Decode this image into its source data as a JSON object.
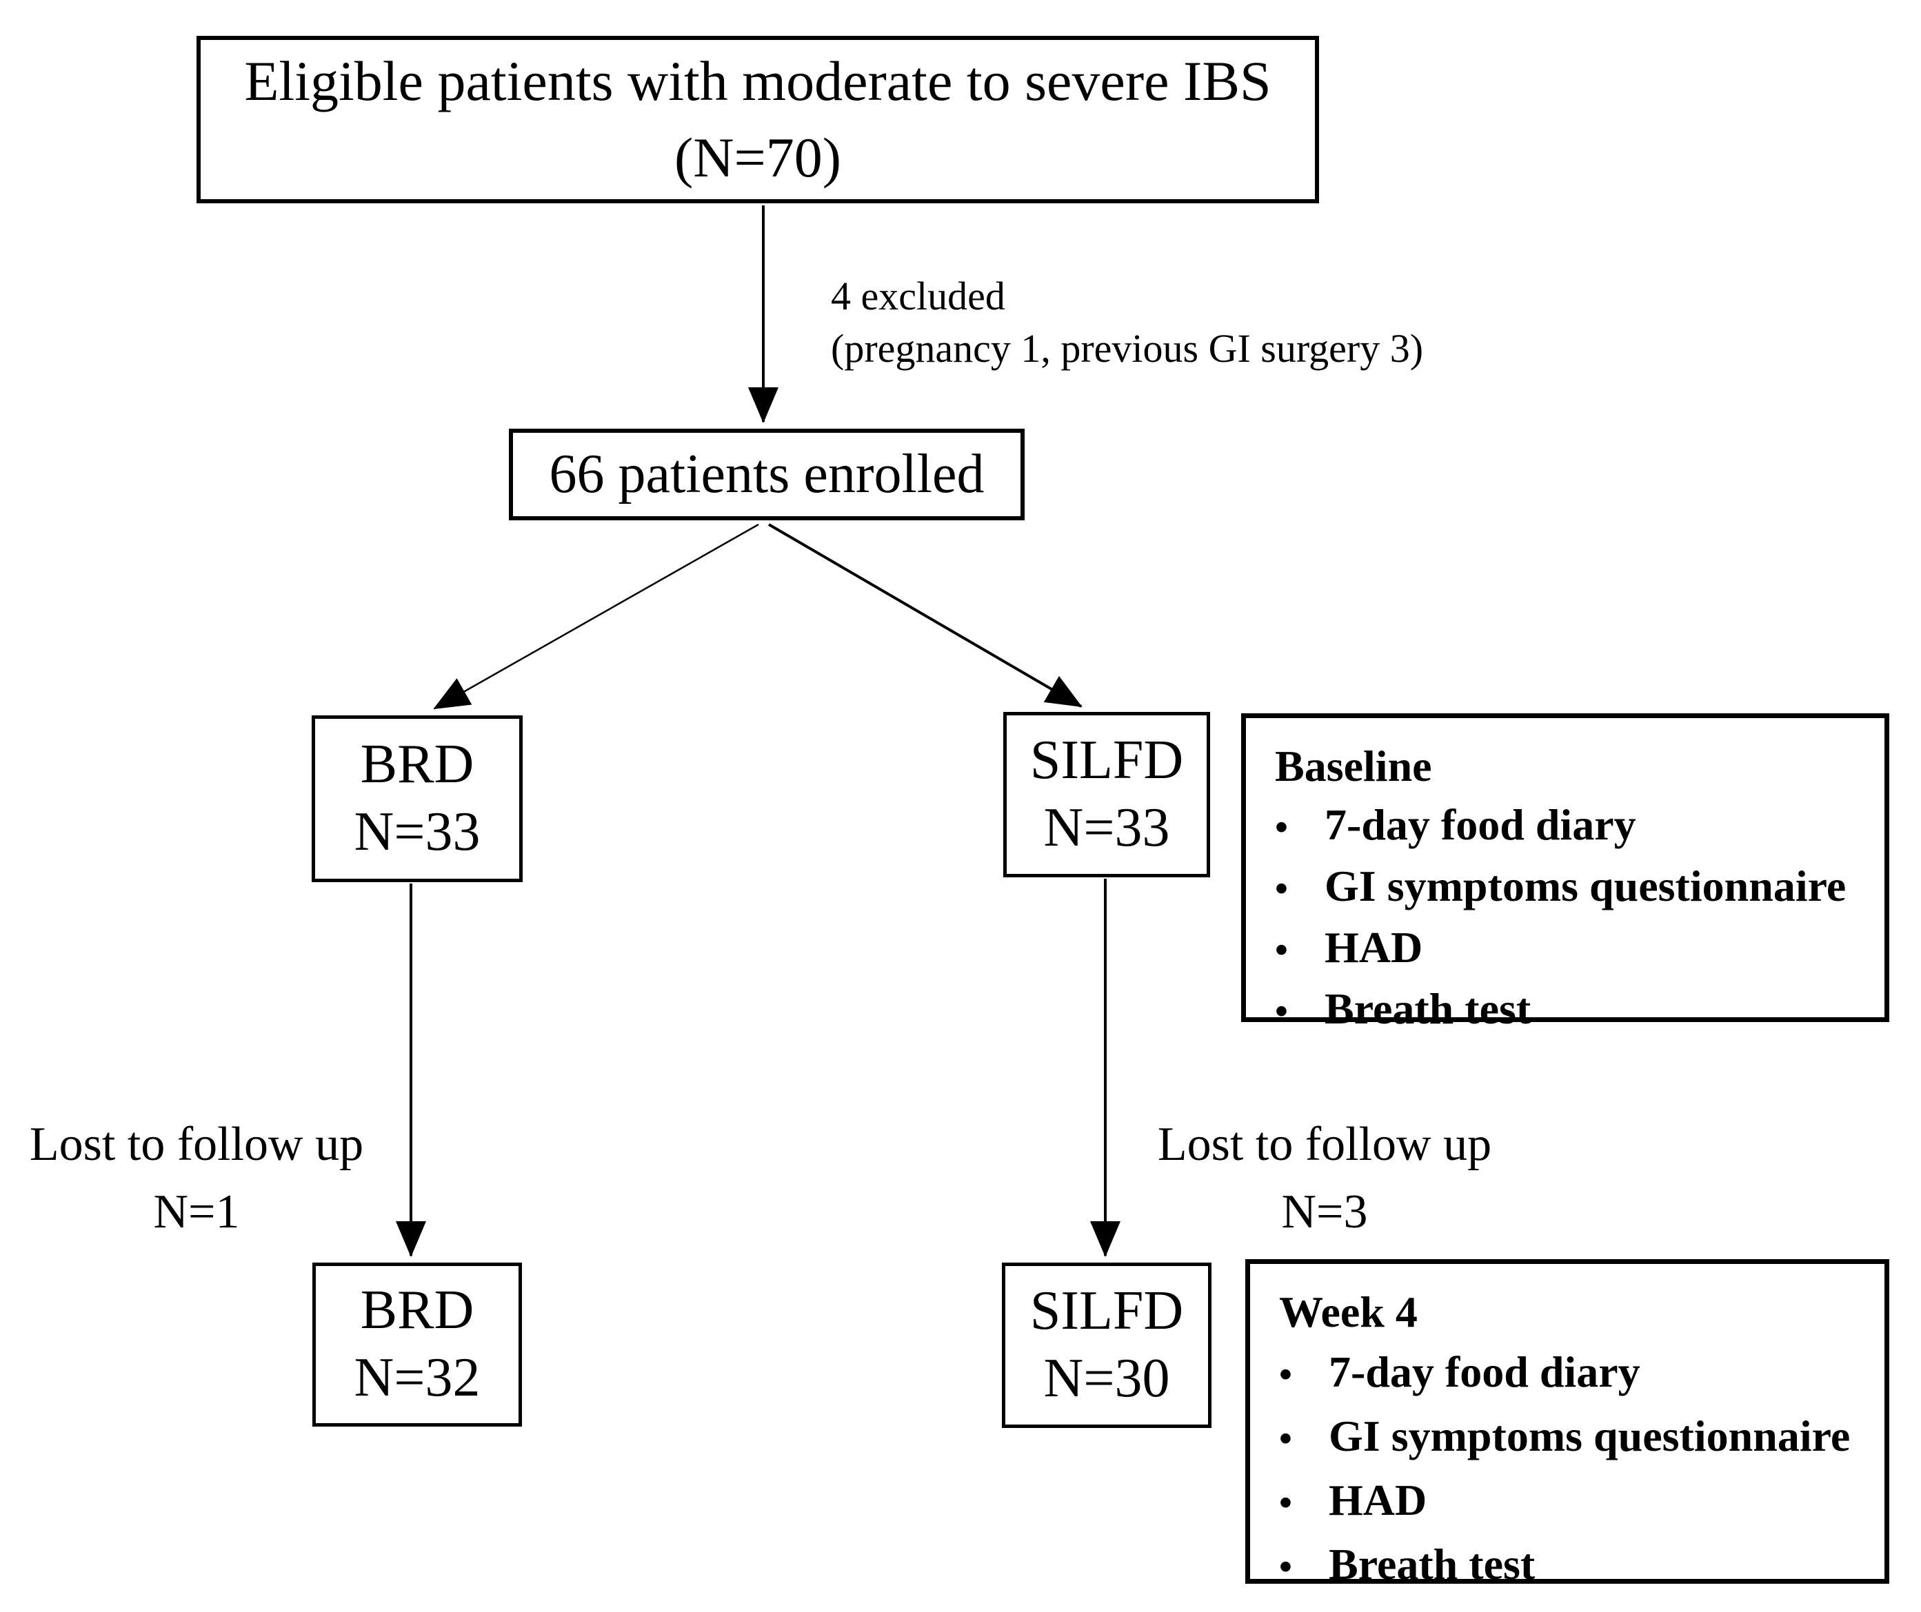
{
  "diagram": {
    "background_color": "#ffffff",
    "line_color": "#000000",
    "boxes": {
      "eligible": {
        "line1": "Eligible patients with moderate to severe IBS",
        "line2": "(N=70)"
      },
      "enrolled": {
        "label": "66 patients enrolled"
      },
      "brd_initial": {
        "name": "BRD",
        "count": "N=33"
      },
      "silfd_initial": {
        "name": "SILFD",
        "count": "N=33"
      },
      "brd_week4": {
        "name": "BRD",
        "count": "N=32"
      },
      "silfd_week4": {
        "name": "SILFD",
        "count": "N=30"
      },
      "baseline": {
        "title": "Baseline",
        "bullet": "•",
        "items": [
          "7-day food diary",
          "GI symptoms questionnaire",
          "HAD",
          "Breath test"
        ]
      },
      "week4": {
        "title": "Week 4",
        "bullet": "•",
        "items": [
          "7-day food diary",
          "GI symptoms questionnaire",
          "HAD",
          "Breath test"
        ]
      }
    },
    "annotations": {
      "excluded": {
        "line1": "4 excluded",
        "line2": "(pregnancy 1, previous GI surgery 3)"
      },
      "lost_left": {
        "line1": "Lost to follow up",
        "line2": "N=1"
      },
      "lost_right": {
        "line1": "Lost to follow up",
        "line2": "N=3"
      }
    }
  }
}
